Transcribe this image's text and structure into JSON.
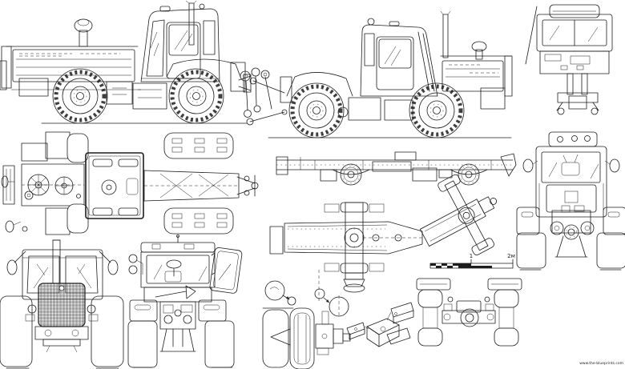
{
  "page": {
    "background": "#ffffff",
    "line_color": "#1d1d1d"
  },
  "scale_bar": {
    "label_mid": "1",
    "label_end": "2м"
  },
  "watermark": {
    "text": "www.the-blueprints.com",
    "color": "#c9c9c9"
  },
  "views": [
    {
      "id": "side-view-left",
      "label": "Tractor side view, facing left"
    },
    {
      "id": "side-view-right",
      "label": "Tractor side view, facing right, with rear hitch linkage"
    },
    {
      "id": "rear-cab-view",
      "label": "Cab rear elevation with hitch"
    },
    {
      "id": "top-plan-view",
      "label": "Tractor top (plan) view"
    },
    {
      "id": "chassis-side-view",
      "label": "Rolling chassis, side view"
    },
    {
      "id": "chassis-plan-view",
      "label": "Rolling chassis, plan view with articulated rear frame"
    },
    {
      "id": "rear-view-full",
      "label": "Tractor rear elevation"
    },
    {
      "id": "front-view",
      "label": "Tractor front elevation"
    },
    {
      "id": "rear-view-door-open",
      "label": "Tractor rear elevation with cab door open"
    },
    {
      "id": "detail-callouts",
      "label": "Detail callout circles"
    },
    {
      "id": "dual-wheel-axle-section",
      "label": "Dual wheel and hub, sectioned view"
    },
    {
      "id": "axle-isometric",
      "label": "Axle housing, isometric view"
    },
    {
      "id": "axle-plan-with-fenders",
      "label": "Axle with wheels and fenders, plan view"
    }
  ]
}
